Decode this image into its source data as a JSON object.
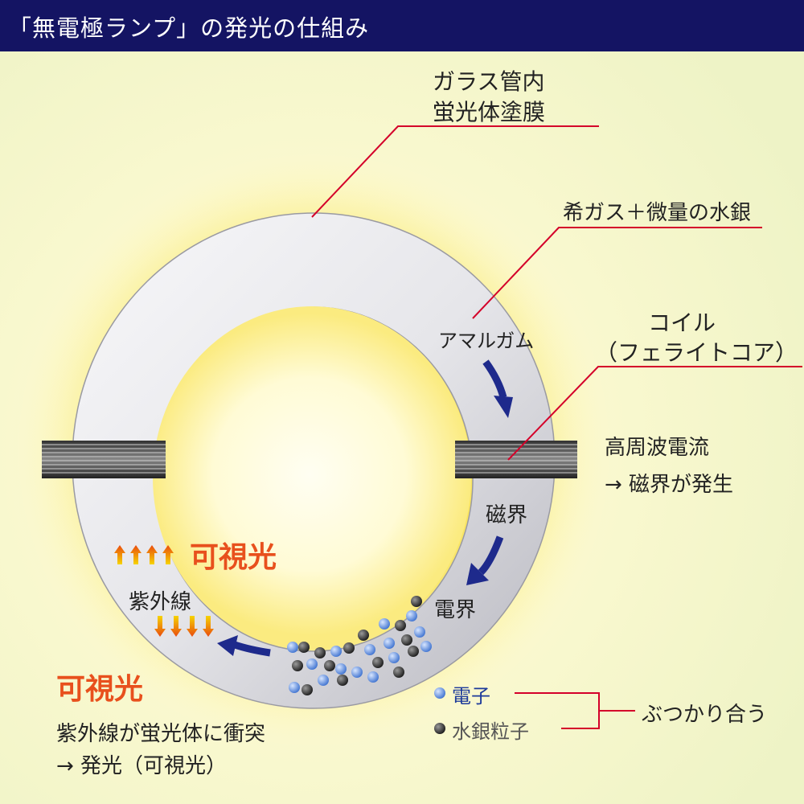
{
  "header": {
    "title": "「無電極ランプ」の発光の仕組み"
  },
  "labels": {
    "glass_tube": "ガラス管内",
    "phosphor": "蛍光体塗膜",
    "gas": "希ガス＋微量の水銀",
    "amalgam": "アマルガム",
    "coil": "コイル",
    "ferrite": "（フェライトコア）",
    "hf_current": "高周波電流",
    "magnetic_gen": "→ 磁界が発生",
    "magnetic_field": "磁界",
    "electric_field": "電界",
    "visible_light_inner": "可視光",
    "uv_inner": "紫外線",
    "visible_light_outer": "可視光",
    "explain_line1": "紫外線が蛍光体に衝突",
    "explain_line2": "→ 発光（可視光）",
    "legend_electron": "電子",
    "legend_mercury": "水銀粒子",
    "collide": "ぶつかり合う"
  },
  "colors": {
    "header_bg": "#141463",
    "leader_line": "#d4002a",
    "flow_arrow": "#1e2a8c",
    "visible_text": "#e8501d",
    "electron": "#5b8fe0",
    "mercury": "#3a3a3a",
    "glow": "#f7e64a"
  }
}
